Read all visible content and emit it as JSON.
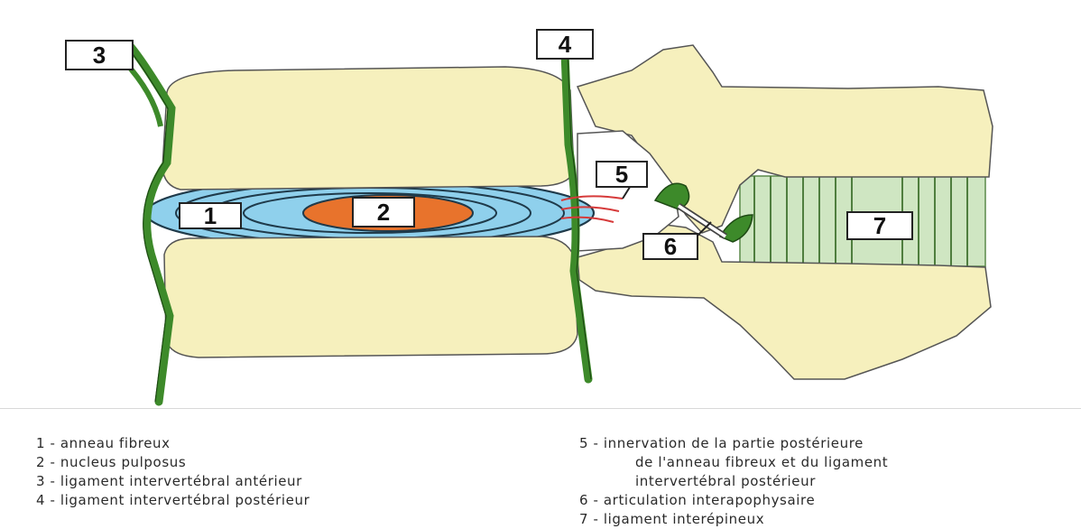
{
  "labels": {
    "n1": "1",
    "n2": "2",
    "n3": "3",
    "n4": "4",
    "n5": "5",
    "n6": "6",
    "n7": "7"
  },
  "legend": {
    "left": [
      "1 - anneau fibreux",
      "2 - nucleus pulposus",
      "3 - ligament intervertébral antérieur",
      "4 - ligament intervertébral postérieur"
    ],
    "right": {
      "item5_line1": "5 - innervation de la partie postérieure",
      "item5_line2": "de l'anneau fibreux et du ligament",
      "item5_line3": "intervertébral postérieur",
      "item6": "6 - articulation interapophysaire",
      "item7": "7 - ligament interépineux"
    }
  },
  "colors": {
    "bone": "#f6f0bd",
    "ligament": "#3d8a2a",
    "annulus": "#8fd0ec",
    "nucleus": "#e8732c",
    "interspinous": "#cfe6c2"
  }
}
